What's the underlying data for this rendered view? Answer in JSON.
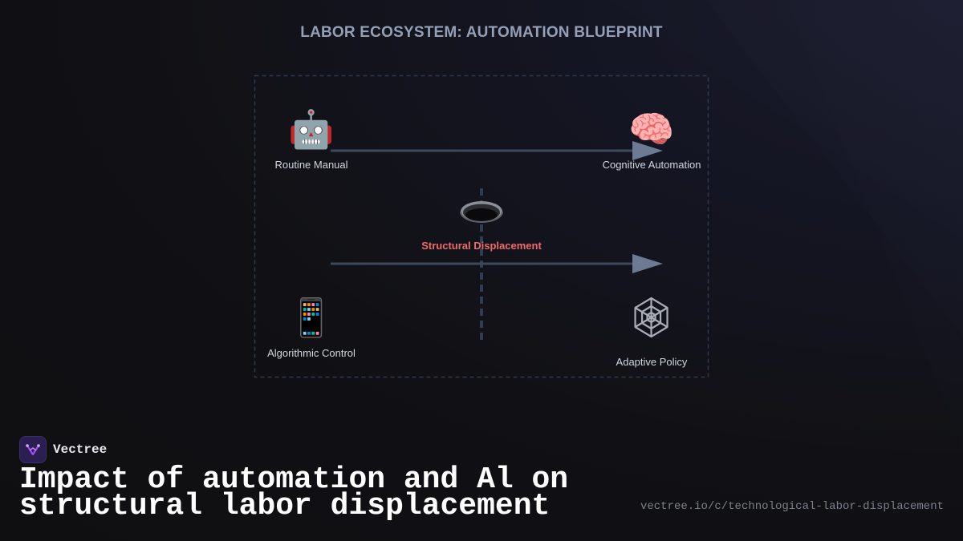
{
  "diagram": {
    "title": "LABOR ECOSYSTEM: AUTOMATION BLUEPRINT",
    "nodes": {
      "top_left": {
        "icon": "robot-icon",
        "glyph": "🤖",
        "label": "Routine Manual"
      },
      "top_right": {
        "icon": "brain-icon",
        "glyph": "🧠",
        "label": "Cognitive Automation"
      },
      "center": {
        "icon": "hole-icon",
        "glyph": "",
        "label": "Structural Displacement"
      },
      "bottom_left": {
        "icon": "mobile-phone-icon",
        "glyph": "📱",
        "label": "Algorithmic Control"
      },
      "bottom_right": {
        "icon": "spider-web-icon",
        "glyph": "🕸",
        "label": "Adaptive Policy"
      }
    },
    "colors": {
      "title": "#93a0b8",
      "connector": "#3c4a5e",
      "arrowhead": "#6c7b93",
      "frame": "#2e3a4c",
      "highlight": "#ef6b6b"
    }
  },
  "footer": {
    "brand_name": "Vectree",
    "brand_logo_icon": "vectree-logo-icon",
    "headline": "Impact of automation and Al on structural labor displacement",
    "url": "vectree.io/c/technological-labor-displacement"
  }
}
